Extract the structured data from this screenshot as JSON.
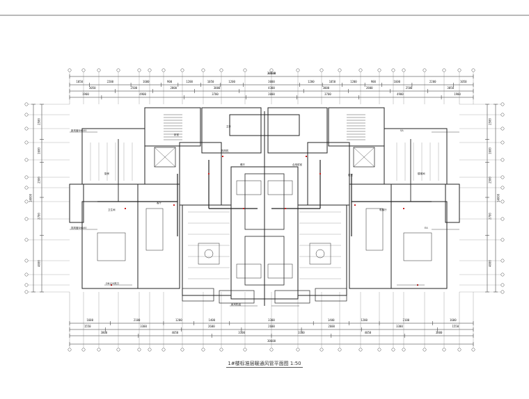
{
  "drawing": {
    "caption": "1#楼标准层暖通风管平面图 1:50"
  },
  "dimensions": {
    "top_total": "30600",
    "bottom_total": "30600",
    "top_row1": [
      "1050",
      "2200",
      "1600",
      "900",
      "1200",
      "1050",
      "1200",
      "3000",
      "1200",
      "1050",
      "1200",
      "900",
      "1600",
      "2200",
      "1050"
    ],
    "top_row2": [
      "3050",
      "2500",
      "2800",
      "3000",
      "4300",
      "3000",
      "2800",
      "2500",
      "3050"
    ],
    "top_row3": [
      "1900",
      "4900",
      "3700",
      "3000",
      "3700",
      "4900",
      "1900"
    ],
    "bottom_row1": [
      "1600",
      "2100",
      "1200",
      "1400",
      "3300",
      "1400",
      "1200",
      "2100",
      "1600"
    ],
    "bottom_row2": [
      "1550",
      "3300",
      "2600",
      "2600",
      "2600",
      "3300",
      "1550"
    ],
    "bottom_row3": [
      "3800",
      "4050",
      "3300",
      "3300",
      "4050",
      "3800"
    ],
    "left_total": "14000",
    "right_total": "14000",
    "left_parts": [
      "2500",
      "1600",
      "2500",
      "2700",
      "4000"
    ],
    "right_parts": [
      "2500",
      "1600",
      "2500",
      "2700",
      "4000"
    ]
  },
  "labels": {
    "room_labels": [
      "厨房",
      "卫生间",
      "客厅",
      "卧室",
      "主卧",
      "餐厅",
      "电梯厅",
      "前室",
      "合用前室",
      "楼梯间"
    ],
    "note_labels": [
      "新风管DN100",
      "排风管DN100",
      "DN150风口",
      "新风机组",
      "排风机",
      "SA",
      "EA"
    ]
  },
  "colors": {
    "line": "#222222",
    "light_line": "#666666",
    "red_mark": "#cc2222",
    "background": "#ffffff"
  }
}
